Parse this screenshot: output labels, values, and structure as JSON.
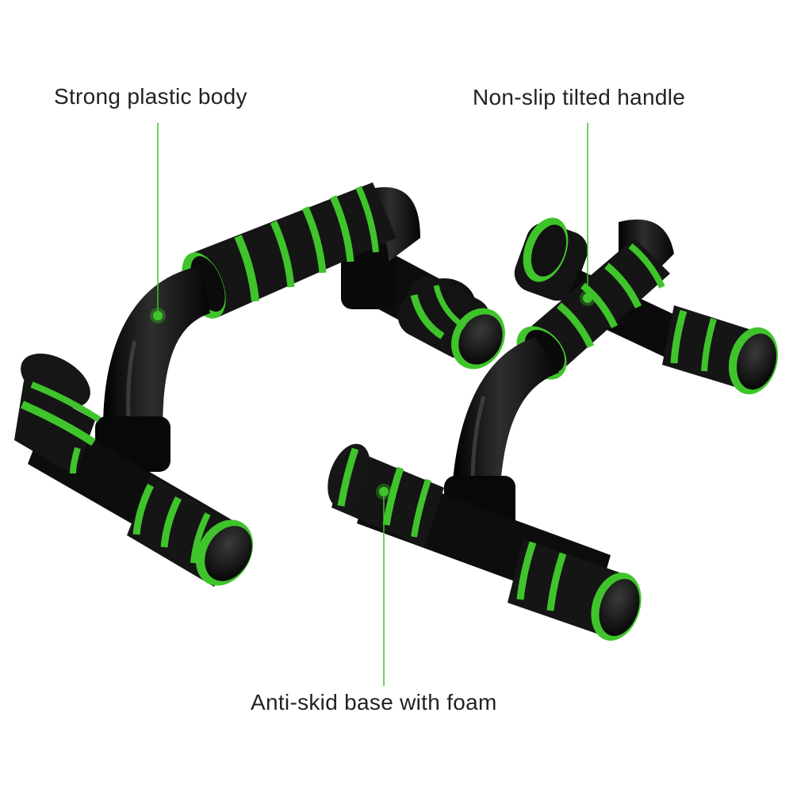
{
  "callouts": {
    "body": "Strong plastic body",
    "handle": "Non-slip tilted handle",
    "base": "Anti-skid base with foam"
  },
  "colors": {
    "background": "#ffffff",
    "accent_green": "#3fc42b",
    "foam_black": "#151515",
    "plastic_black": "#0c0c0c",
    "text": "#222222"
  },
  "product": {
    "item": "push-up bars",
    "count": 2,
    "materials": [
      "black plastic frame",
      "black foam grips with green rings"
    ]
  }
}
